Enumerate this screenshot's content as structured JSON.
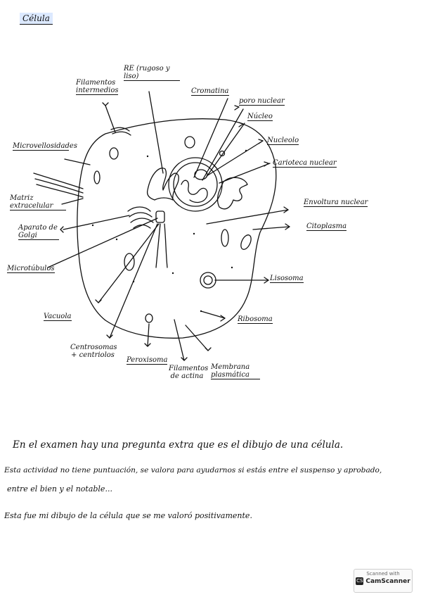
{
  "title": "Célula",
  "labels": {
    "filamentos": "Filamentos intermedios",
    "re": "RE (rugoso y liso)",
    "cromatina": "Cromatina",
    "poro": "poro nuclear",
    "nucleo": "Núcleo",
    "nucleolo": "Nucleolo",
    "carioteca": "Carioteca nuclear",
    "microvellosidades": "Microvellosidades",
    "matriz": "Matriz extracelular",
    "golgi": "Aparato de Golgi",
    "microtubulos": "Microtúbulos",
    "envoltura": "Envoltura nuclear",
    "citoplasma": "Citoplasma",
    "lisosoma": "Lisosoma",
    "vacuola": "Vacuola",
    "ribosoma": "Ribosoma",
    "centrosomas": "Centrosomas + centriolos",
    "peroxisoma": "Peroxisoma",
    "actina": "Filamentos de actina",
    "membrana": "Membrana plasmática"
  },
  "notes": {
    "line1": "En el examen hay una pregunta extra que es el dibujo de una célula.",
    "line2": "Esta actividad no tiene puntuación, se valora para ayudarnos si estás entre el suspenso y aprobado,",
    "line3": "entre el bien y el notable...",
    "line4": "Esta fue mi dibujo de la célula que se me valoró positivamente."
  },
  "stamp": {
    "scanned_with": "Scanned with",
    "app": "CamScanner",
    "logo": "CS"
  }
}
